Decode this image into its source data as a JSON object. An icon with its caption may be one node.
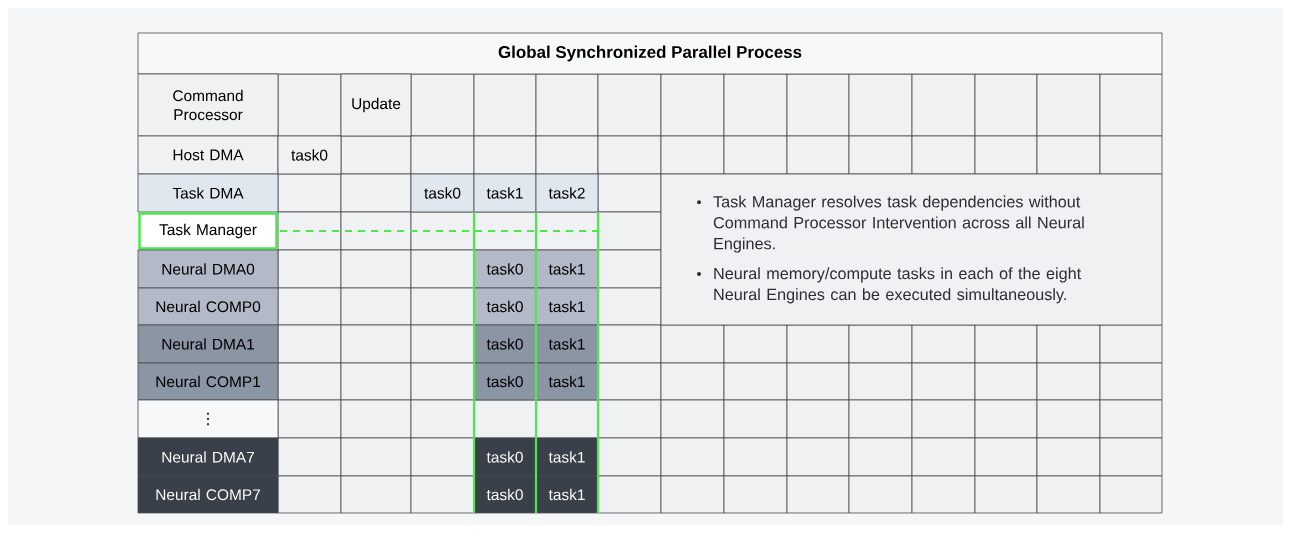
{
  "diagram": {
    "title": "Global Synchronized Parallel Process",
    "nodes": [
      {
        "text": [
          "Command Processor"
        ]
      },
      {
        "text": [
          "Update"
        ]
      },
      {
        "text": [
          "Host DMA"
        ]
      },
      {
        "text": [
          "task0"
        ]
      },
      {
        "text": [
          "Task DMA"
        ]
      },
      {
        "text": [
          "task0"
        ]
      },
      {
        "text": [
          "task1"
        ]
      },
      {
        "text": [
          "task2"
        ]
      },
      {
        "text": [
          "Task Manager resolves task dependencies without Command Processor Intervention across all Neural Engines.",
          "Neural memory/compute tasks in each of the eight Neural Engines can be executed simultaneously."
        ]
      },
      {
        "text": [
          "Task Manager"
        ]
      },
      {
        "text": [
          "Neural DMA0"
        ]
      },
      {
        "text": [
          "task0"
        ]
      },
      {
        "text": [
          "task1"
        ]
      },
      {
        "text": [
          "Neural COMP0"
        ]
      },
      {
        "text": [
          "task0"
        ]
      },
      {
        "text": [
          "task1"
        ]
      },
      {
        "text": [
          "Neural DMA1"
        ]
      },
      {
        "text": [
          "task0"
        ]
      },
      {
        "text": [
          "task1"
        ]
      },
      {
        "text": [
          "Neural COMP1"
        ]
      },
      {
        "text": [
          "task0"
        ]
      },
      {
        "text": [
          "task1"
        ]
      },
      {
        "text": [
          "⋮"
        ]
      },
      {
        "text": [
          "Neural DMA7"
        ]
      },
      {
        "text": [
          "task0"
        ]
      },
      {
        "text": [
          "task1"
        ]
      },
      {
        "text": [
          "Neural COMP7"
        ]
      },
      {
        "text": [
          "task0"
        ]
      },
      {
        "text": [
          "task1"
        ]
      }
    ]
  }
}
